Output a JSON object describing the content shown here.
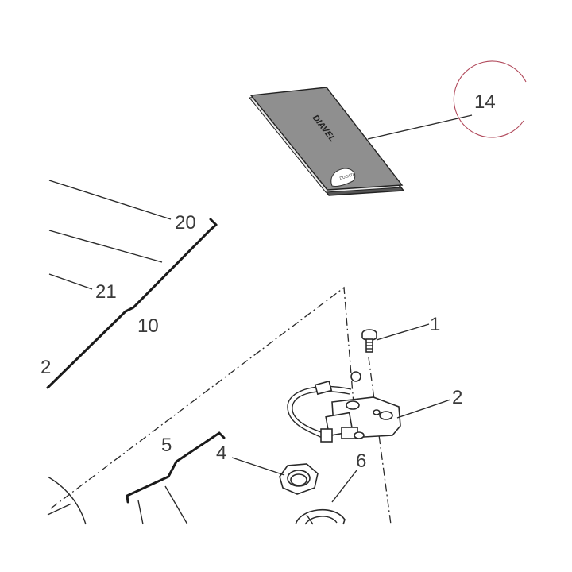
{
  "callouts": {
    "c1": "1",
    "c2": "2",
    "c4": "4",
    "c5": "5",
    "c6": "6",
    "c10": "10",
    "c14": "14",
    "c20": "20",
    "c21": "21",
    "c_edge": "2"
  },
  "manual": {
    "cover_text": "DIAVEL",
    "cover_color": "#8f8f8f",
    "logo_text": "DUCATI"
  },
  "highlight_color": "#b0485a"
}
